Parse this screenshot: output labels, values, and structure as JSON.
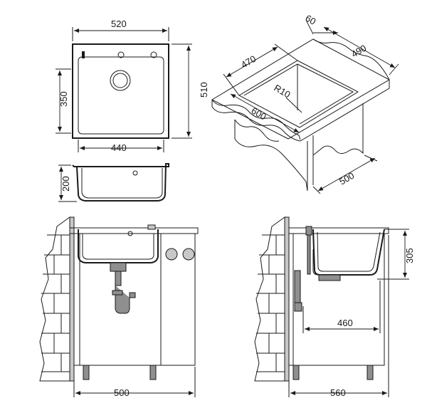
{
  "dimensions": {
    "top_width": "520",
    "top_height": "510",
    "top_drain_offset": "350",
    "top_bowl_width": "440",
    "front_depth": "200",
    "iso_a": "60",
    "iso_b": "490",
    "iso_c": "470",
    "iso_radius": "R10",
    "iso_d": "600",
    "iso_e": "500",
    "elev_width": "500",
    "side_height": "305",
    "side_offset": "460",
    "side_width": "560"
  }
}
